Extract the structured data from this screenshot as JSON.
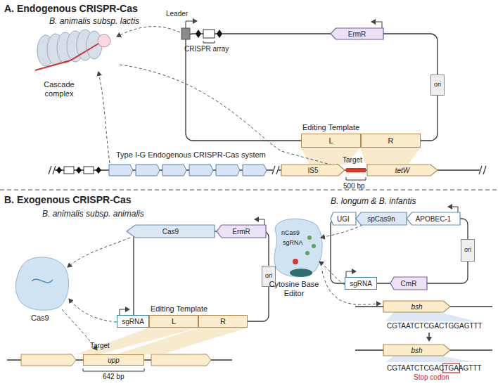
{
  "diagram": {
    "nodes": [
      {
        "text": [
          "ErmR"
        ]
      },
      {
        "text": [
          "ori"
        ]
      },
      {
        "text": [
          "Editing Template"
        ]
      },
      {
        "text": [
          "L"
        ],
        "in": 2
      },
      {
        "text": [
          "R"
        ],
        "in": 2
      },
      {
        "text": [
          "IS5"
        ]
      },
      {
        "text": [
          "tetW"
        ]
      },
      {
        "text": [
          "Cas9"
        ]
      },
      {
        "text": [
          "ErmR"
        ]
      },
      {
        "text": [
          "ori"
        ]
      },
      {
        "text": [
          "sgRNA"
        ]
      },
      {
        "text": [
          "Editing Template"
        ]
      },
      {
        "text": [
          "L"
        ],
        "in": 11
      },
      {
        "text": [
          "R"
        ],
        "in": 11
      },
      {
        "text": [
          "upp"
        ]
      },
      {
        "text": [
          "UGI"
        ]
      },
      {
        "text": [
          "spCas9n"
        ]
      },
      {
        "text": [
          "APOBEC-1"
        ]
      },
      {
        "text": [
          "ori"
        ]
      },
      {
        "text": [
          "sgRNA"
        ]
      },
      {
        "text": [
          "CmR"
        ]
      },
      {
        "text": [
          "bsh"
        ]
      },
      {
        "text": [
          "bsh"
        ]
      }
    ],
    "labels": [
      "A. Endogenous CRISPR-Cas",
      "B. animalis subsp. lactis",
      "Leader",
      "CRISPR array",
      "Cascade complex",
      "Type I-G Endogenous CRISPR-Cas system",
      "Target",
      "500 bp",
      "B. Exogenous CRISPR-Cas",
      "B. animalis subsp. animalis",
      "Cas9",
      "Target",
      "642 bp",
      "B. longum & B. infantis",
      "nCas9",
      "sgRNA",
      "Cytosine Base Editor",
      "CGTAATCTCGACTGGAGTTT",
      "CGTAATCTCGACTGAAGTTT",
      "Stop codon"
    ]
  }
}
